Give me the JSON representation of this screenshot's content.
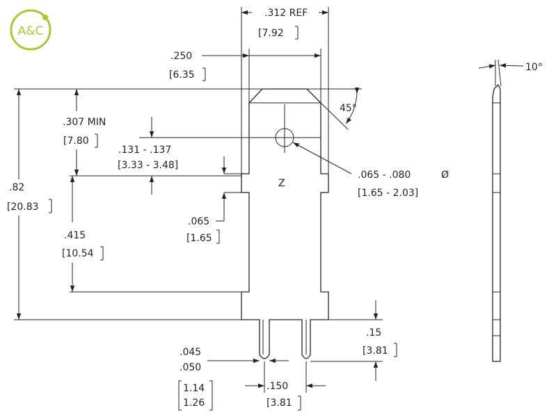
{
  "logo": {
    "text": "A&C",
    "color": "#a8c832"
  },
  "ink_color": "#222222",
  "dimensions": {
    "overall_width_in": ".312  REF",
    "overall_width_mm": "[7.92",
    "body_width_in": ".250",
    "body_width_mm": "[6.35",
    "chamfer_angle": "45°",
    "min_length_in": ".307 MIN",
    "min_length_mm": "[7.80",
    "hole_pos_in": ".131 - .137",
    "hole_pos_mm": "[3.33 - 3.48]",
    "hole_dia_in": ".065 - .080",
    "hole_dia_symbol": "Ø",
    "hole_dia_mm": "[1.65 - 2.03]",
    "hole_label": "Z",
    "total_length_in": ".82",
    "total_length_mm": "[20.83",
    "notch_in": ".065",
    "notch_mm": "[1.65",
    "section_length_in": ".415",
    "section_length_mm": "[10.54",
    "pin_length_in": ".15",
    "pin_length_mm": "[3.81",
    "pin_width_in_1": ".045",
    "pin_width_in_2": ".050",
    "pin_width_mm_1": "1.14",
    "pin_width_mm_2": "1.26",
    "pin_spacing_in": ".150",
    "pin_spacing_mm": "[3.81",
    "side_angle": "10°"
  }
}
